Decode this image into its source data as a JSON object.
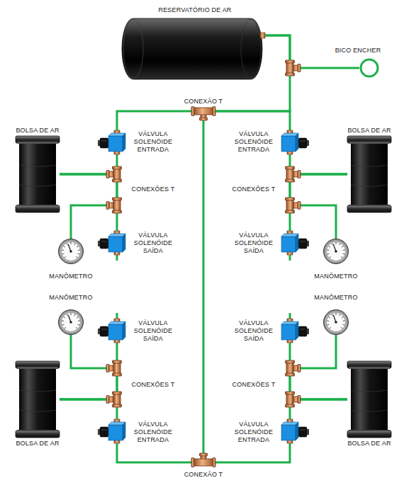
{
  "diagram": {
    "nodes": [
      {
        "text": [
          "RESERVATÓRIO DE AR"
        ]
      },
      {
        "text": [
          "BICO ENCHER"
        ]
      },
      {
        "text": [
          "CONEXÃO T"
        ]
      },
      {
        "text": [
          "VÁLVULA SOLENÓIDE ENTRADA"
        ]
      },
      {
        "text": [
          "BOLSA DE AR"
        ]
      },
      {
        "text": [
          "MANÔMETRO"
        ]
      },
      {
        "text": [
          "VÁLVULA SOLENÓIDE SAÍDA"
        ]
      },
      {
        "text": [
          "VÁLVULA SOLENÓIDE ENTRADA"
        ]
      },
      {
        "text": [
          "BOLSA DE AR"
        ]
      },
      {
        "text": [
          "MANÔMETRO"
        ]
      },
      {
        "text": [
          "VÁLVULA SOLENÓIDE SAÍDA"
        ]
      },
      {
        "text": [
          "MANÔMETRO"
        ]
      },
      {
        "text": [
          "VÁLVULA SOLENÓIDE SAÍDA"
        ]
      },
      {
        "text": [
          "BOLSA DE AR"
        ]
      },
      {
        "text": [
          "VÁLVULA SOLENÓIDE ENTRADA"
        ]
      },
      {
        "text": [
          "MANÔMETRO"
        ]
      },
      {
        "text": [
          "VÁLVULA SOLENÓIDE SAÍDA"
        ]
      },
      {
        "text": [
          "BOLSA DE AR"
        ]
      },
      {
        "text": [
          "VÁLVULA SOLENÓIDE ENTRADA"
        ]
      },
      {
        "text": [
          "CONEXÃO T"
        ]
      }
    ],
    "edges": [
      {
        "from": 0,
        "to": 1,
        "arrow": "none"
      },
      {
        "from": 0,
        "to": 2,
        "arrow": "none"
      },
      {
        "from": 2,
        "to": 3,
        "arrow": "none"
      },
      {
        "from": 2,
        "to": 7,
        "arrow": "none"
      },
      {
        "from": 2,
        "to": 19,
        "arrow": "none"
      },
      {
        "from": 3,
        "to": 4,
        "arrow": "none"
      },
      {
        "from": 4,
        "to": 5,
        "arrow": "none"
      },
      {
        "from": 4,
        "to": 6,
        "arrow": "none"
      },
      {
        "from": 7,
        "to": 8,
        "arrow": "none"
      },
      {
        "from": 8,
        "to": 9,
        "arrow": "none"
      },
      {
        "from": 8,
        "to": 10,
        "arrow": "none"
      },
      {
        "from": 14,
        "to": 13,
        "arrow": "none"
      },
      {
        "from": 13,
        "to": 11,
        "arrow": "none"
      },
      {
        "from": 13,
        "to": 12,
        "arrow": "none"
      },
      {
        "from": 18,
        "to": 17,
        "arrow": "none"
      },
      {
        "from": 17,
        "to": 15,
        "arrow": "none"
      },
      {
        "from": 17,
        "to": 16,
        "arrow": "none"
      },
      {
        "from": 19,
        "to": 14,
        "arrow": "none"
      },
      {
        "from": 19,
        "to": 18,
        "arrow": "none"
      }
    ],
    "labels": [
      "CONEXÕES T",
      "CONEXÕES T",
      "CONEXÕES T",
      "CONEXÕES T"
    ]
  }
}
